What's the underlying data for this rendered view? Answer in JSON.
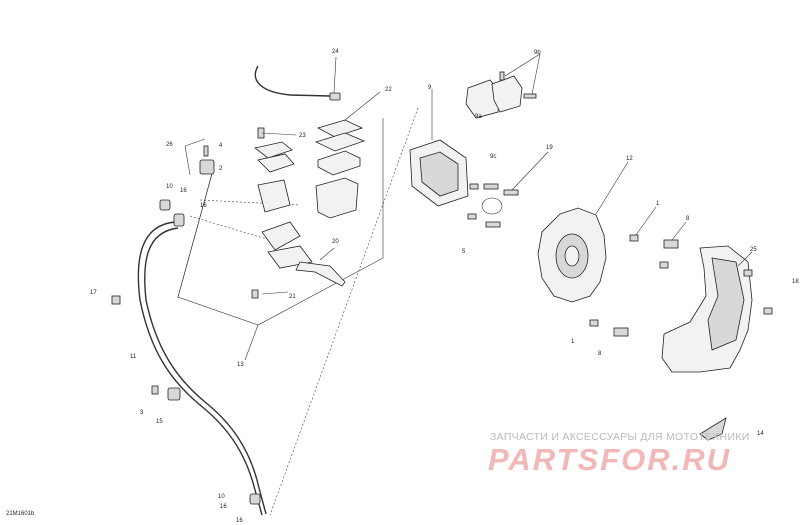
{
  "diagram_code": "21M1601b",
  "watermark": {
    "tagline": "ЗАПЧАСТИ И АКСЕССУАРЫ ДЛЯ МОТОТЕХНИКИ",
    "brand": "PARTSFOR.RU"
  },
  "callouts": [
    {
      "id": "c24",
      "text": "24"
    },
    {
      "id": "c22",
      "text": "22"
    },
    {
      "id": "c9",
      "text": "9"
    },
    {
      "id": "c9b",
      "text": "9b"
    },
    {
      "id": "c9a",
      "text": "9a"
    },
    {
      "id": "c26",
      "text": "26"
    },
    {
      "id": "c4",
      "text": "4"
    },
    {
      "id": "c23",
      "text": "23"
    },
    {
      "id": "c2",
      "text": "2"
    },
    {
      "id": "c10a",
      "text": "10"
    },
    {
      "id": "c16a",
      "text": "16"
    },
    {
      "id": "c16b",
      "text": "16"
    },
    {
      "id": "c9c",
      "text": "9c"
    },
    {
      "id": "c19",
      "text": "19"
    },
    {
      "id": "c12",
      "text": "12"
    },
    {
      "id": "c20",
      "text": "20"
    },
    {
      "id": "c5",
      "text": "5"
    },
    {
      "id": "c1a",
      "text": "1"
    },
    {
      "id": "c8a",
      "text": "8"
    },
    {
      "id": "c25",
      "text": "25"
    },
    {
      "id": "c18",
      "text": "18"
    },
    {
      "id": "c17",
      "text": "17"
    },
    {
      "id": "c21",
      "text": "21"
    },
    {
      "id": "c13",
      "text": "13"
    },
    {
      "id": "c1b",
      "text": "1"
    },
    {
      "id": "c8b",
      "text": "8"
    },
    {
      "id": "c11",
      "text": "11"
    },
    {
      "id": "c3",
      "text": "3"
    },
    {
      "id": "c15",
      "text": "15"
    },
    {
      "id": "c14",
      "text": "14"
    },
    {
      "id": "c10b",
      "text": "10"
    },
    {
      "id": "c16c",
      "text": "16"
    },
    {
      "id": "c16d",
      "text": "16"
    }
  ]
}
